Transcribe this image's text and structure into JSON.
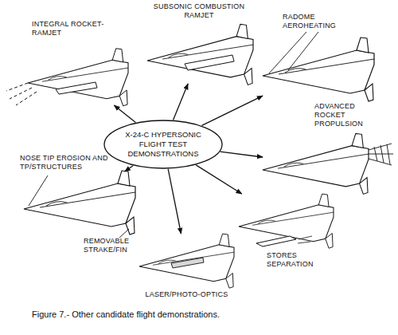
{
  "diagram": {
    "caption": "Figure 7.- Other candidate flight demonstrations.",
    "nodes": [
      {
        "text": [
          "X-24-C HYPERSONIC FLIGHT TEST DEMONSTRATIONS"
        ]
      },
      {
        "text": [
          "SUBSONIC COMBUSTION RAMJET"
        ]
      },
      {
        "text": [
          "INTEGRAL ROCKET- RAMJET"
        ]
      },
      {
        "text": [
          "RADOME AEROHEATING"
        ]
      },
      {
        "text": [
          "ADVANCED ROCKET PROPULSION"
        ]
      },
      {
        "text": [
          "NOSE TIP EROSION AND TP/STRUCTURES",
          "REMOVABLE STRAKE/FIN"
        ]
      },
      {
        "text": [
          "STORES SEPARATION"
        ]
      },
      {
        "text": [
          "LASER/PHOTO-OPTICS"
        ]
      }
    ],
    "edges": [
      {
        "from": 0,
        "to": 1,
        "arrow": "to"
      },
      {
        "from": 0,
        "to": 2,
        "arrow": "to"
      },
      {
        "from": 0,
        "to": 3,
        "arrow": "to"
      },
      {
        "from": 0,
        "to": 4,
        "arrow": "to"
      },
      {
        "from": 0,
        "to": 5,
        "arrow": "to"
      },
      {
        "from": 0,
        "to": 6,
        "arrow": "to"
      },
      {
        "from": 0,
        "to": 7,
        "arrow": "to"
      }
    ]
  }
}
